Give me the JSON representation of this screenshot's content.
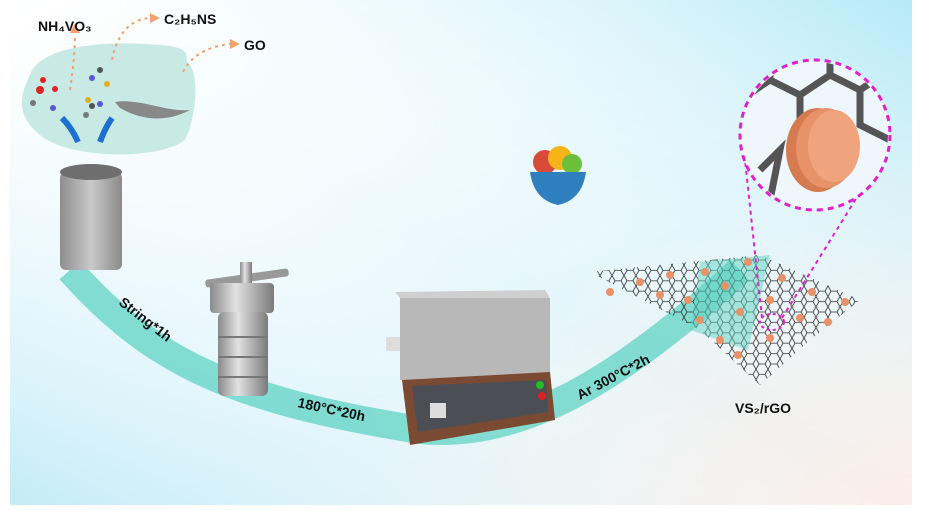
{
  "reagents": {
    "nh4vo3": "NH₄VO₃",
    "thioacetamide": "C₂H₅NS",
    "go": "GO"
  },
  "steps": {
    "stirring": "String*1h",
    "hydrothermal": "180°C*20h",
    "annealing": "Ar 300°C*2h"
  },
  "product": "VS₂/rGO",
  "colors": {
    "path": "#5fd3c4",
    "particle": "#e8926a",
    "zoom_circle": "#e020c8",
    "furnace_base": "#7a4a32"
  }
}
